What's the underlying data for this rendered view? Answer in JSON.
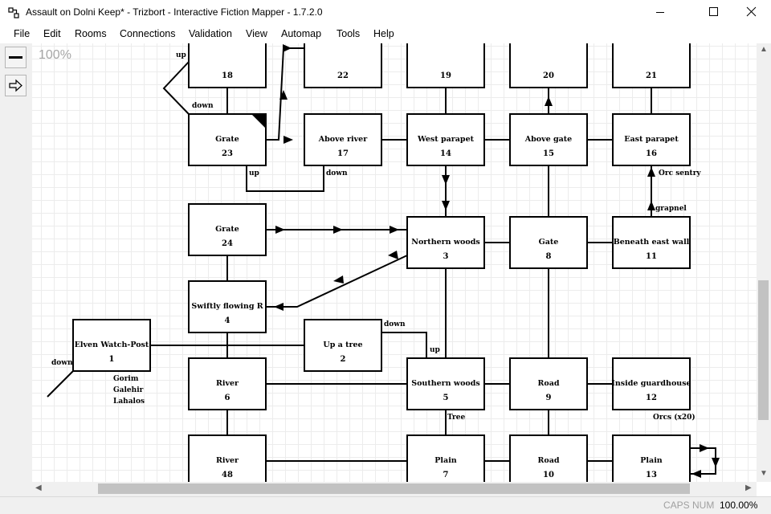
{
  "window": {
    "title": "Assault on Dolni Keep* - Trizbort - Interactive Fiction Mapper - 1.7.2.0",
    "app_icon": "trizbort-map-icon",
    "controls": [
      "minimize-icon",
      "maximize-icon",
      "close-icon"
    ]
  },
  "menu": [
    "File",
    "Edit",
    "Rooms",
    "Connections",
    "Validation",
    "View",
    "Automap",
    "Tools",
    "Help"
  ],
  "toolbar": {
    "tools": [
      {
        "name": "line-tool",
        "icon": "line-icon"
      },
      {
        "name": "arrow-tool",
        "icon": "arrow-right-icon"
      }
    ]
  },
  "canvas": {
    "zoom": "100%",
    "rooms": [
      {
        "id": "r18",
        "name": "",
        "number": "18"
      },
      {
        "id": "r22",
        "name": "",
        "number": "22"
      },
      {
        "id": "r19",
        "name": "",
        "number": "19"
      },
      {
        "id": "r20",
        "name": "",
        "number": "20"
      },
      {
        "id": "r21",
        "name": "",
        "number": "21"
      },
      {
        "id": "r23",
        "name": "Grate",
        "number": "23"
      },
      {
        "id": "r17",
        "name": "Above river",
        "number": "17"
      },
      {
        "id": "r14",
        "name": "West parapet",
        "number": "14"
      },
      {
        "id": "r15",
        "name": "Above gate",
        "number": "15"
      },
      {
        "id": "r16",
        "name": "East parapet",
        "number": "16"
      },
      {
        "id": "r24",
        "name": "Grate",
        "number": "24"
      },
      {
        "id": "r3",
        "name": "Northern woods",
        "number": "3"
      },
      {
        "id": "r8",
        "name": "Gate",
        "number": "8"
      },
      {
        "id": "r11",
        "name": "Beneath east wall",
        "number": "11"
      },
      {
        "id": "r4",
        "name": "Swiftly flowing R",
        "number": "4"
      },
      {
        "id": "r1",
        "name": "Elven Watch-Post",
        "number": "1"
      },
      {
        "id": "r2",
        "name": "Up a tree",
        "number": "2"
      },
      {
        "id": "r6",
        "name": "River",
        "number": "6"
      },
      {
        "id": "r5",
        "name": "Southern woods",
        "number": "5"
      },
      {
        "id": "r9",
        "name": "Road",
        "number": "9"
      },
      {
        "id": "r12",
        "name": "Inside guardhouse",
        "number": "12"
      },
      {
        "id": "r48",
        "name": "River",
        "number": "48"
      },
      {
        "id": "r7",
        "name": "Plain",
        "number": "7"
      },
      {
        "id": "r10",
        "name": "Road",
        "number": "10"
      },
      {
        "id": "r13",
        "name": "Plain",
        "number": "13"
      }
    ],
    "connection_labels": {
      "up_18": "up",
      "down_23": "down",
      "up_23": "up",
      "down_17": "down",
      "orc_sentry": "Orc sentry",
      "grapnel": "grapnel",
      "down_2": "down",
      "up_5": "up",
      "down_1": "down",
      "tree": "Tree",
      "orcs": "Orcs (x20)"
    },
    "room_objects": [
      "Gorim",
      "Galehir",
      "Lahalos"
    ]
  },
  "statusbar": {
    "caps": "CAPS",
    "num": "NUM",
    "zoom": "100.00%"
  },
  "colors": {
    "grid_line": "#ececec",
    "room_border": "#000000",
    "status_disabled": "#a0a0a0",
    "chrome_bg": "#f0f0f0"
  }
}
